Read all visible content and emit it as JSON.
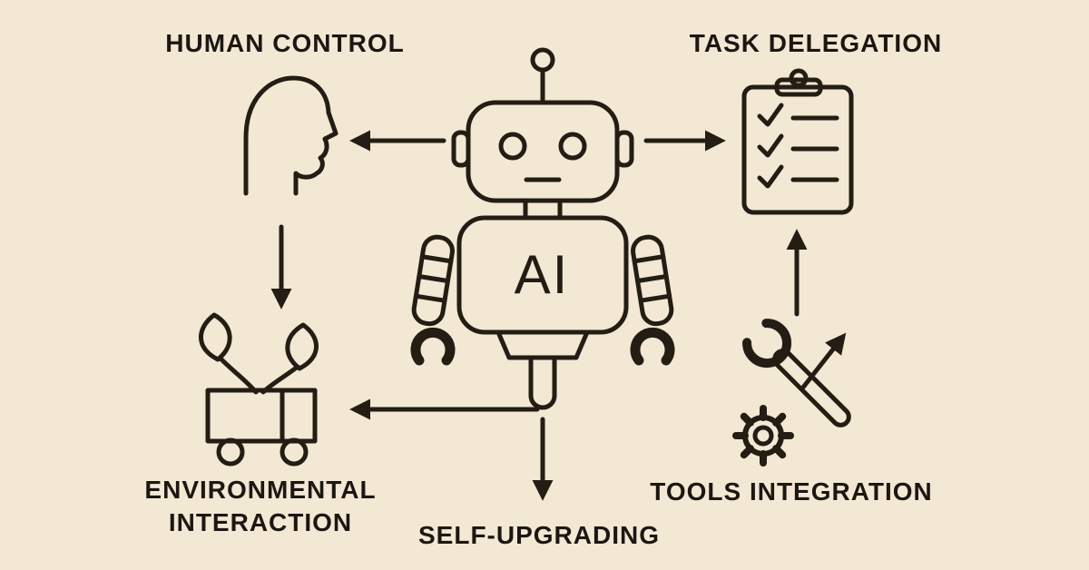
{
  "diagram": {
    "title": "AI agent capabilities diagram",
    "colors": {
      "background": "#f2e8d4",
      "line": "#231d14",
      "text": "#1c1712"
    },
    "center": {
      "ai": "AI",
      "icon": "robot-icon"
    },
    "labels": {
      "human_control": "HUMAN CONTROL",
      "task_delegation": "TASK DELEGATION",
      "environmental_interaction": "ENVIRONMENTAL\nINTERACTION",
      "self_upgrading": "SELF-UPGRADING",
      "tools_integration": "TOOLS INTEGRATION"
    },
    "icons": {
      "human_control": "human-head-profile-icon",
      "task_delegation": "clipboard-checklist-icon",
      "environmental_interaction": "plant-in-truck-icon",
      "tools_integration": "wrench-gear-arrow-icon"
    },
    "arrows": [
      "robot-to-human-control",
      "robot-to-task-delegation",
      "human-control-to-environment",
      "tools-to-task-delegation",
      "robot-to-environment",
      "robot-to-self-upgrading"
    ]
  }
}
